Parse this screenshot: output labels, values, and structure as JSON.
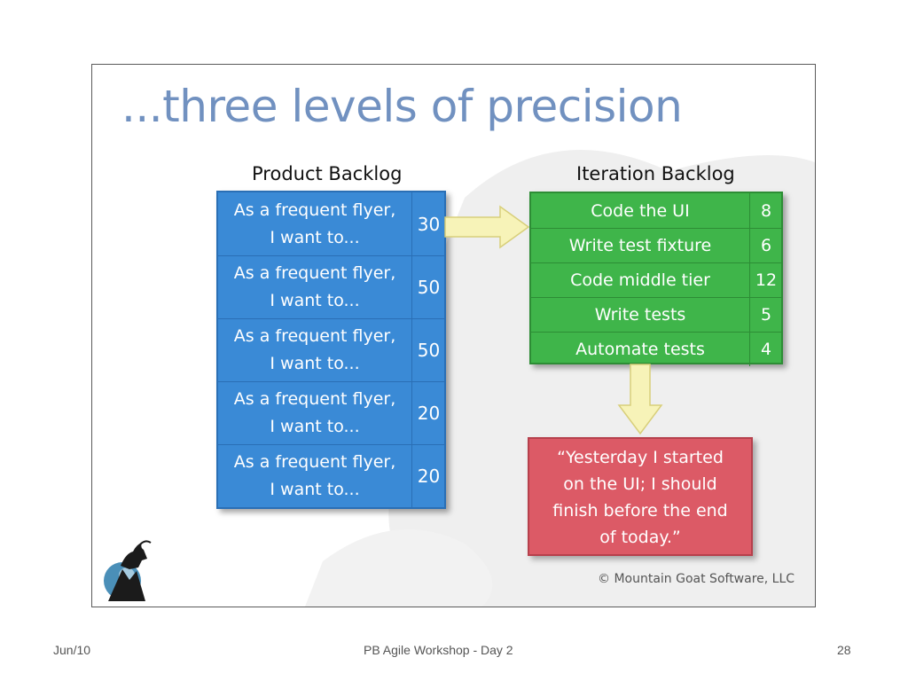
{
  "slide": {
    "title": "...three levels of precision",
    "product_backlog": {
      "heading": "Product Backlog",
      "items": [
        {
          "line1": "As a frequent flyer,",
          "line2": "I want to...",
          "points": "30"
        },
        {
          "line1": "As a frequent flyer,",
          "line2": "I want to...",
          "points": "50"
        },
        {
          "line1": "As a frequent flyer,",
          "line2": "I want to...",
          "points": "50"
        },
        {
          "line1": "As a frequent flyer,",
          "line2": "I want to...",
          "points": "20"
        },
        {
          "line1": "As a frequent flyer,",
          "line2": "I want to...",
          "points": "20"
        }
      ]
    },
    "iteration_backlog": {
      "heading": "Iteration Backlog",
      "tasks": [
        {
          "task": "Code the UI",
          "hours": "8"
        },
        {
          "task": "Write test fixture",
          "hours": "6"
        },
        {
          "task": "Code middle tier",
          "hours": "12"
        },
        {
          "task": "Write tests",
          "hours": "5"
        },
        {
          "task": "Automate tests",
          "hours": "4"
        }
      ]
    },
    "daily_quote": {
      "line1": "“Yesterday I started",
      "line2": "on the UI; I should",
      "line3": "finish before the end",
      "line4": "of today.”"
    },
    "copyright": "© Mountain Goat Software, LLC"
  },
  "footer": {
    "date": "Jun/10",
    "center": "PB Agile Workshop - Day 2",
    "page": "28"
  },
  "colors": {
    "title": "#7191c0",
    "product_backlog": "#3a8ad6",
    "iteration_backlog": "#3fb54a",
    "quote": "#dc5a66",
    "arrow": "#f7f3b8"
  }
}
